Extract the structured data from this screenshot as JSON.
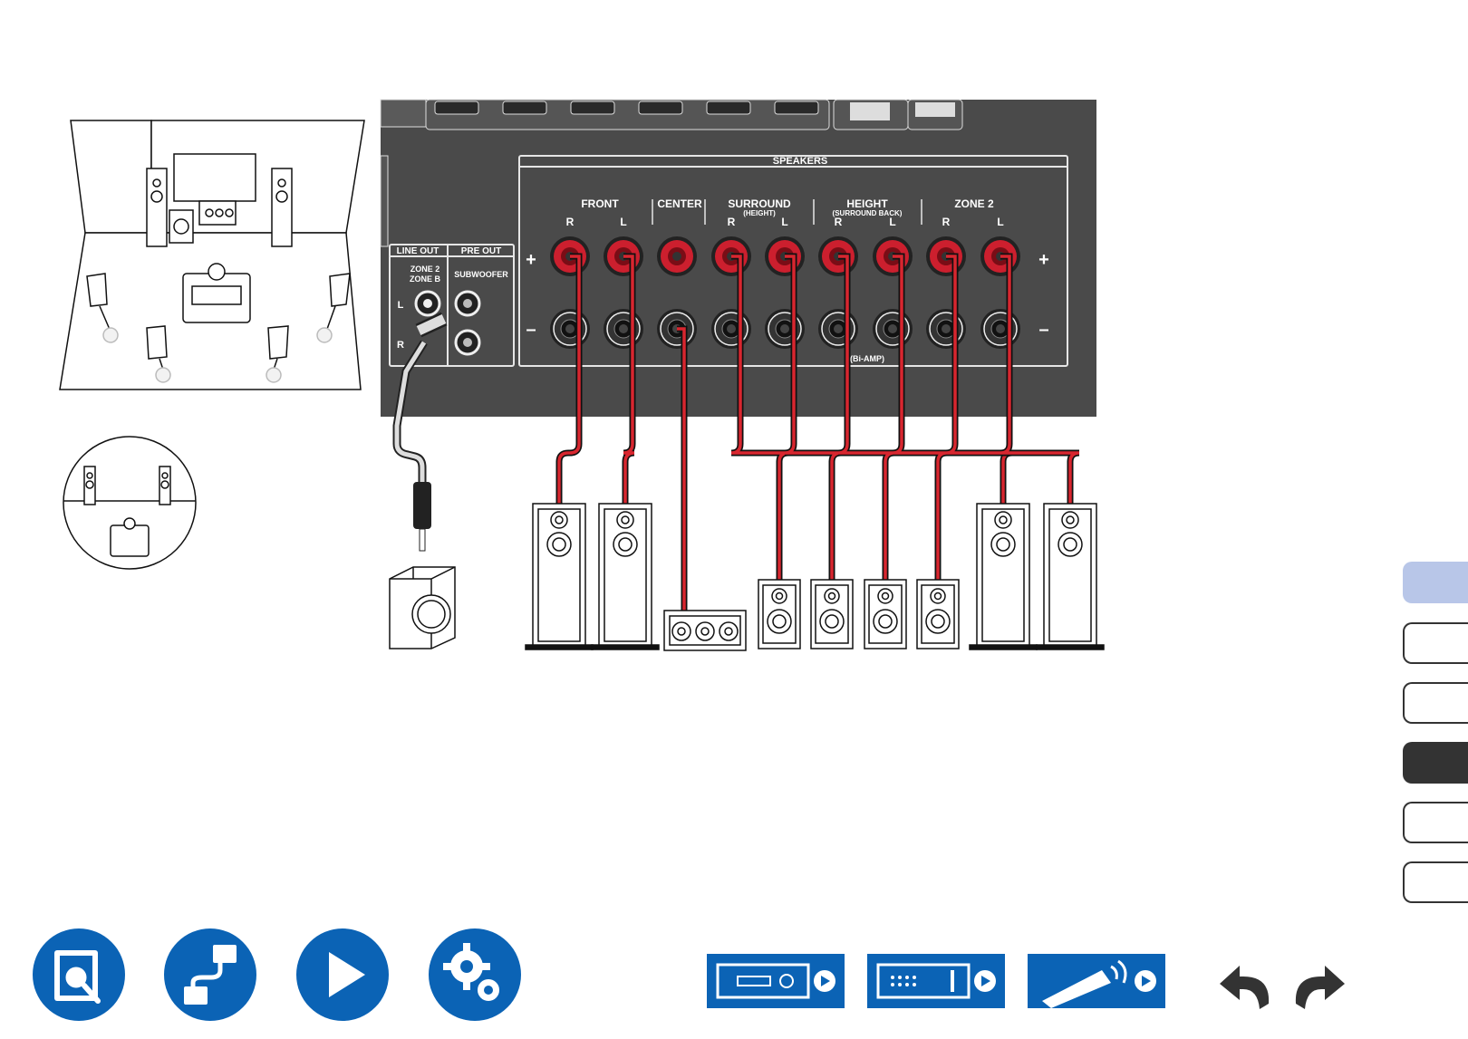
{
  "panel": {
    "speakers_title": "SPEAKERS",
    "groups": [
      {
        "label": "FRONT",
        "sub": ""
      },
      {
        "label": "CENTER",
        "sub": ""
      },
      {
        "label": "SURROUND",
        "sub": "(HEIGHT)"
      },
      {
        "label": "HEIGHT",
        "sub": "(SURROUND BACK)"
      },
      {
        "label": "ZONE 2",
        "sub": ""
      }
    ],
    "channel_letters": [
      "R",
      "L",
      "R",
      "L",
      "R",
      "L",
      "R",
      "L"
    ],
    "plus_label": "+",
    "minus_label": "–",
    "bi_amp_label": "(Bi-AMP)",
    "line_out_label": "LINE OUT",
    "pre_out_label": "PRE OUT",
    "zone2_label": "ZONE 2",
    "zoneb_label": "ZONE B",
    "subwoofer_label": "SUBWOOFER",
    "left_label": "L",
    "right_label": "R"
  },
  "colors": {
    "panel": "#4a4a4a",
    "terminal_red": "#cc1f2e",
    "wire_red": "#d8262f",
    "nav_blue": "#0b63b5",
    "tab_active": "#b8c6e8",
    "tab_dark": "#333333"
  },
  "side_tabs": [
    {
      "name": "side-tab-1",
      "state": "active"
    },
    {
      "name": "side-tab-2",
      "state": "normal"
    },
    {
      "name": "side-tab-3",
      "state": "normal"
    },
    {
      "name": "side-tab-4",
      "state": "dark"
    },
    {
      "name": "side-tab-5",
      "state": "normal"
    },
    {
      "name": "side-tab-6",
      "state": "normal"
    }
  ],
  "nav_icons": [
    "manual-search-icon",
    "connection-cable-icon",
    "play-icon",
    "settings-gears-icon"
  ],
  "device_icons": [
    "front-panel-icon",
    "rear-panel-icon",
    "remote-control-icon"
  ],
  "history_icons": [
    "back-arrow-icon",
    "forward-arrow-icon"
  ]
}
